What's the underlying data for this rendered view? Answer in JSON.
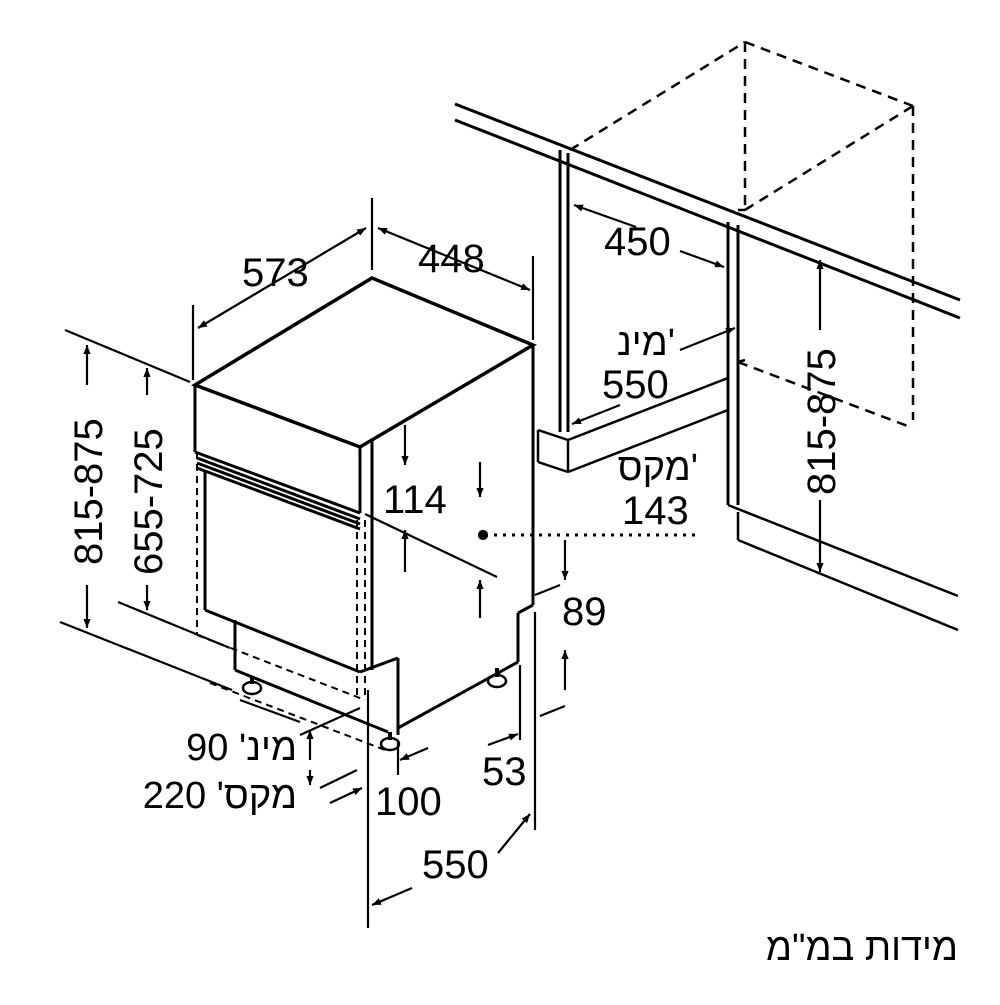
{
  "dimensions": {
    "d573": "573",
    "d448": "448",
    "d450": "450",
    "h815_875_left": "815-875",
    "h655_725": "655-725",
    "h815_875_right": "815-875",
    "d114": "114",
    "d89": "89",
    "d53": "53",
    "d100": "100",
    "d550": "550",
    "min_label_top": "מינ'",
    "min_value_top": "550",
    "max_label_top": "מקס'",
    "max_value_top": "143",
    "min_90": "מינ' 90",
    "max_220": "מקס' 220"
  },
  "caption": "מידות במ\"מ",
  "colors": {
    "line": "#000000",
    "background": "#ffffff"
  }
}
